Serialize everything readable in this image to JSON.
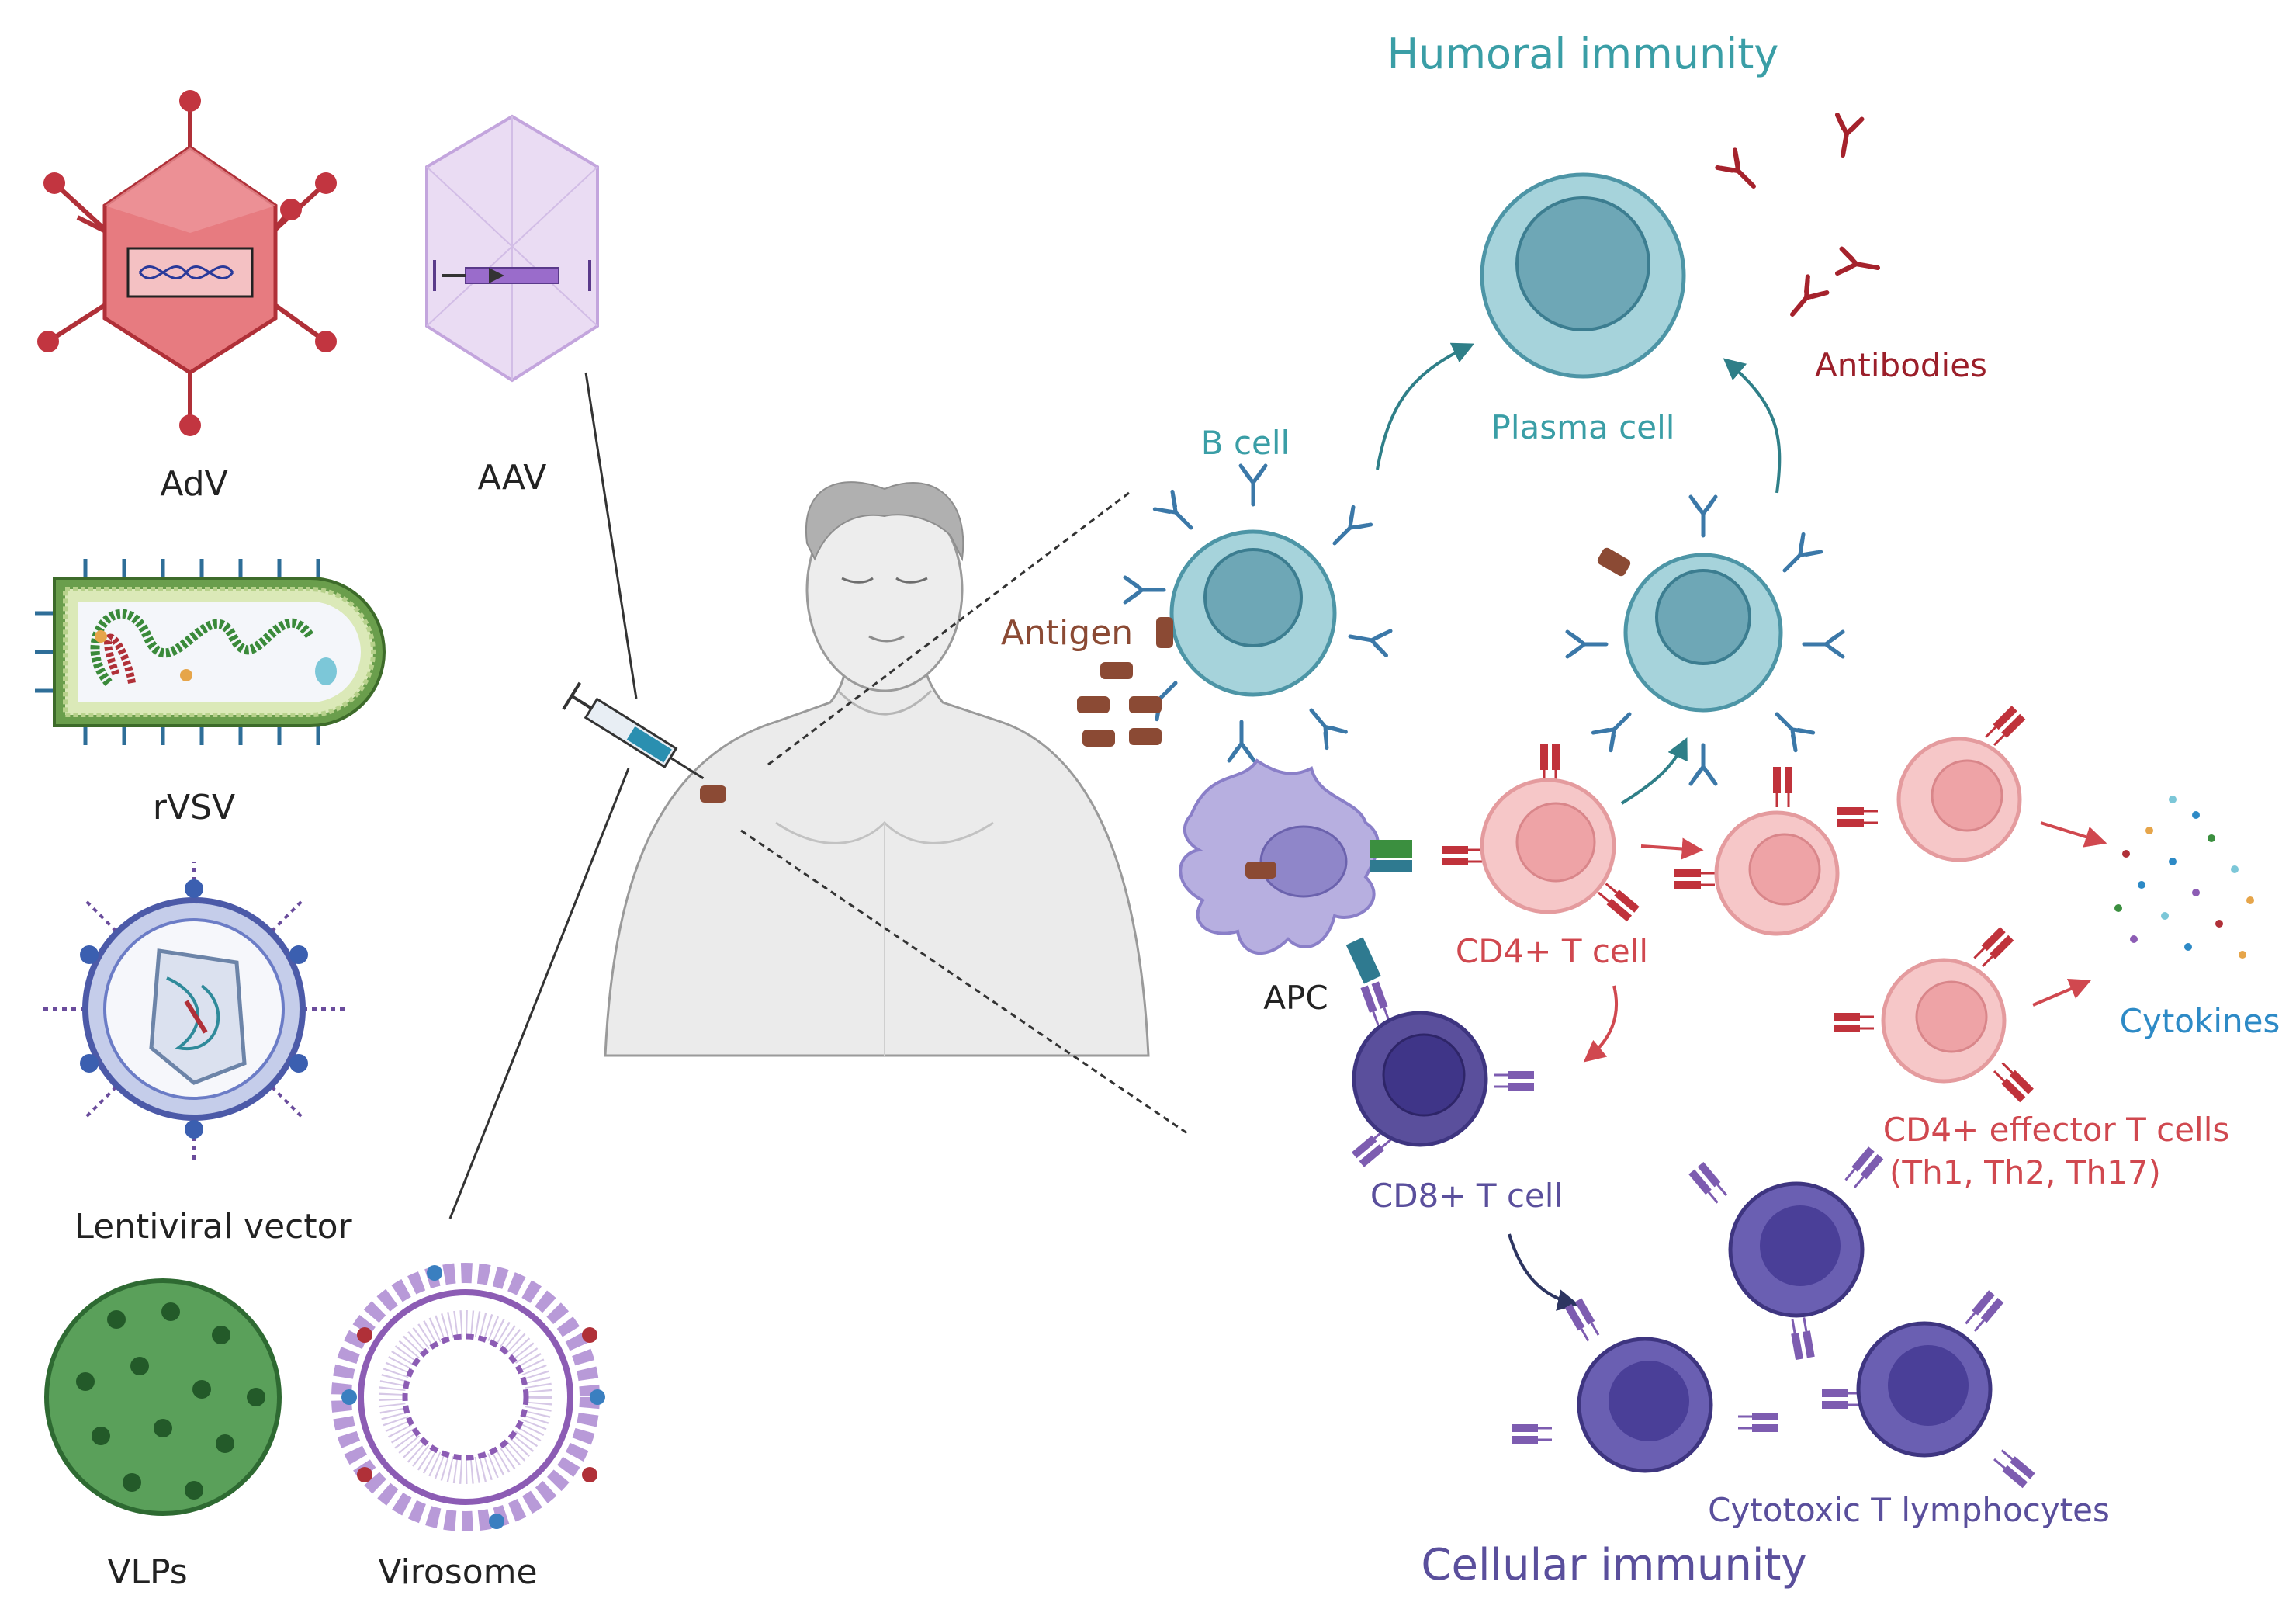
{
  "colors": {
    "humoral": "#3a9ea6",
    "antibody": "#9b1f2a",
    "antigen": "#8b4a34",
    "cd4": "#d0484f",
    "cd8": "#5a4f9c",
    "cytokine_label": "#2d8ac6",
    "apc": "#b7afe0",
    "label_dark": "#222222"
  },
  "vectors": {
    "adv": "AdV",
    "aav": "AAV",
    "rvsv": "rVSV",
    "lentiviral": "Lentiviral vector",
    "vlps": "VLPs",
    "virosome": "Virosome"
  },
  "immunity": {
    "humoral_title": "Humoral immunity",
    "cellular_title": "Cellular immunity",
    "plasma_cell": "Plasma cell",
    "antibodies": "Antibodies",
    "b_cell": "B cell",
    "antigen": "Antigen",
    "apc": "APC",
    "cd4_t_cell": "CD4+ T cell",
    "cd8_t_cell": "CD8+ T cell",
    "cd4_effector_line1": "CD4+ effector T cells",
    "cd4_effector_line2": "(Th1, Th2, Th17)",
    "cytokines": "Cytokines",
    "ctl": "Cytotoxic T lymphocytes"
  }
}
